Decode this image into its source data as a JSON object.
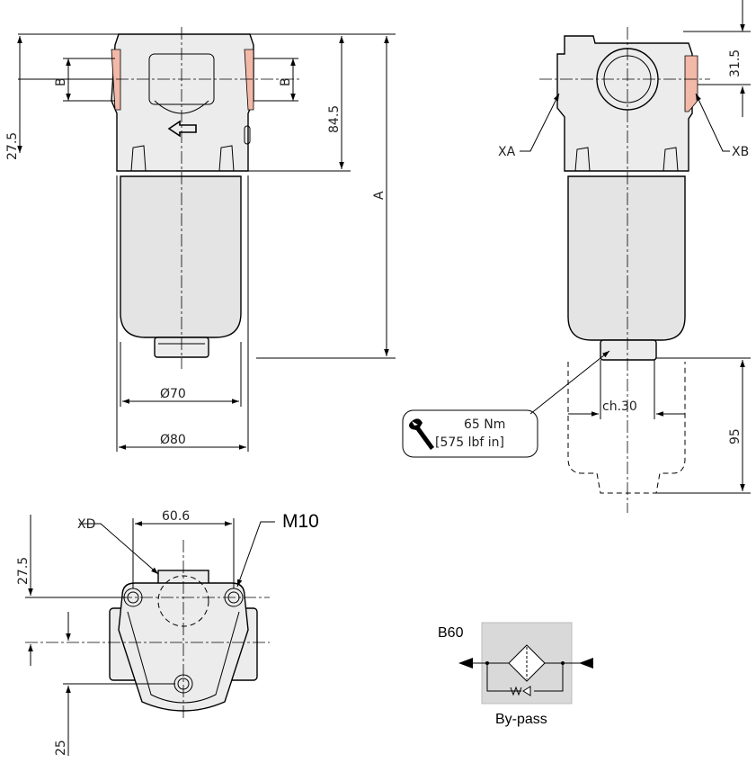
{
  "front_view": {
    "dim_b_left": "B",
    "dim_b_right": "B",
    "dim_27_5": "27.5",
    "dim_84_5": "84.5",
    "dim_a": "A",
    "dim_d70": "Ø70",
    "dim_d80": "Ø80"
  },
  "side_view": {
    "dim_31_5": "31.5",
    "port_xa": "XA",
    "port_xb": "XB",
    "torque_value": "65 Nm",
    "torque_imperial": "[575 lbf in]",
    "wrench_size": "ch.30",
    "dim_95": "95"
  },
  "bottom_view": {
    "port_xd": "XD",
    "dim_60_6": "60.6",
    "thread": "M10",
    "dim_27_5": "27.5",
    "dim_25": "25"
  },
  "symbol": {
    "code": "B60",
    "caption": "By-pass"
  },
  "colors": {
    "body": "#ececec",
    "symbol_bg": "#d9d9d9",
    "section_hatch": "#f2b8a8"
  }
}
